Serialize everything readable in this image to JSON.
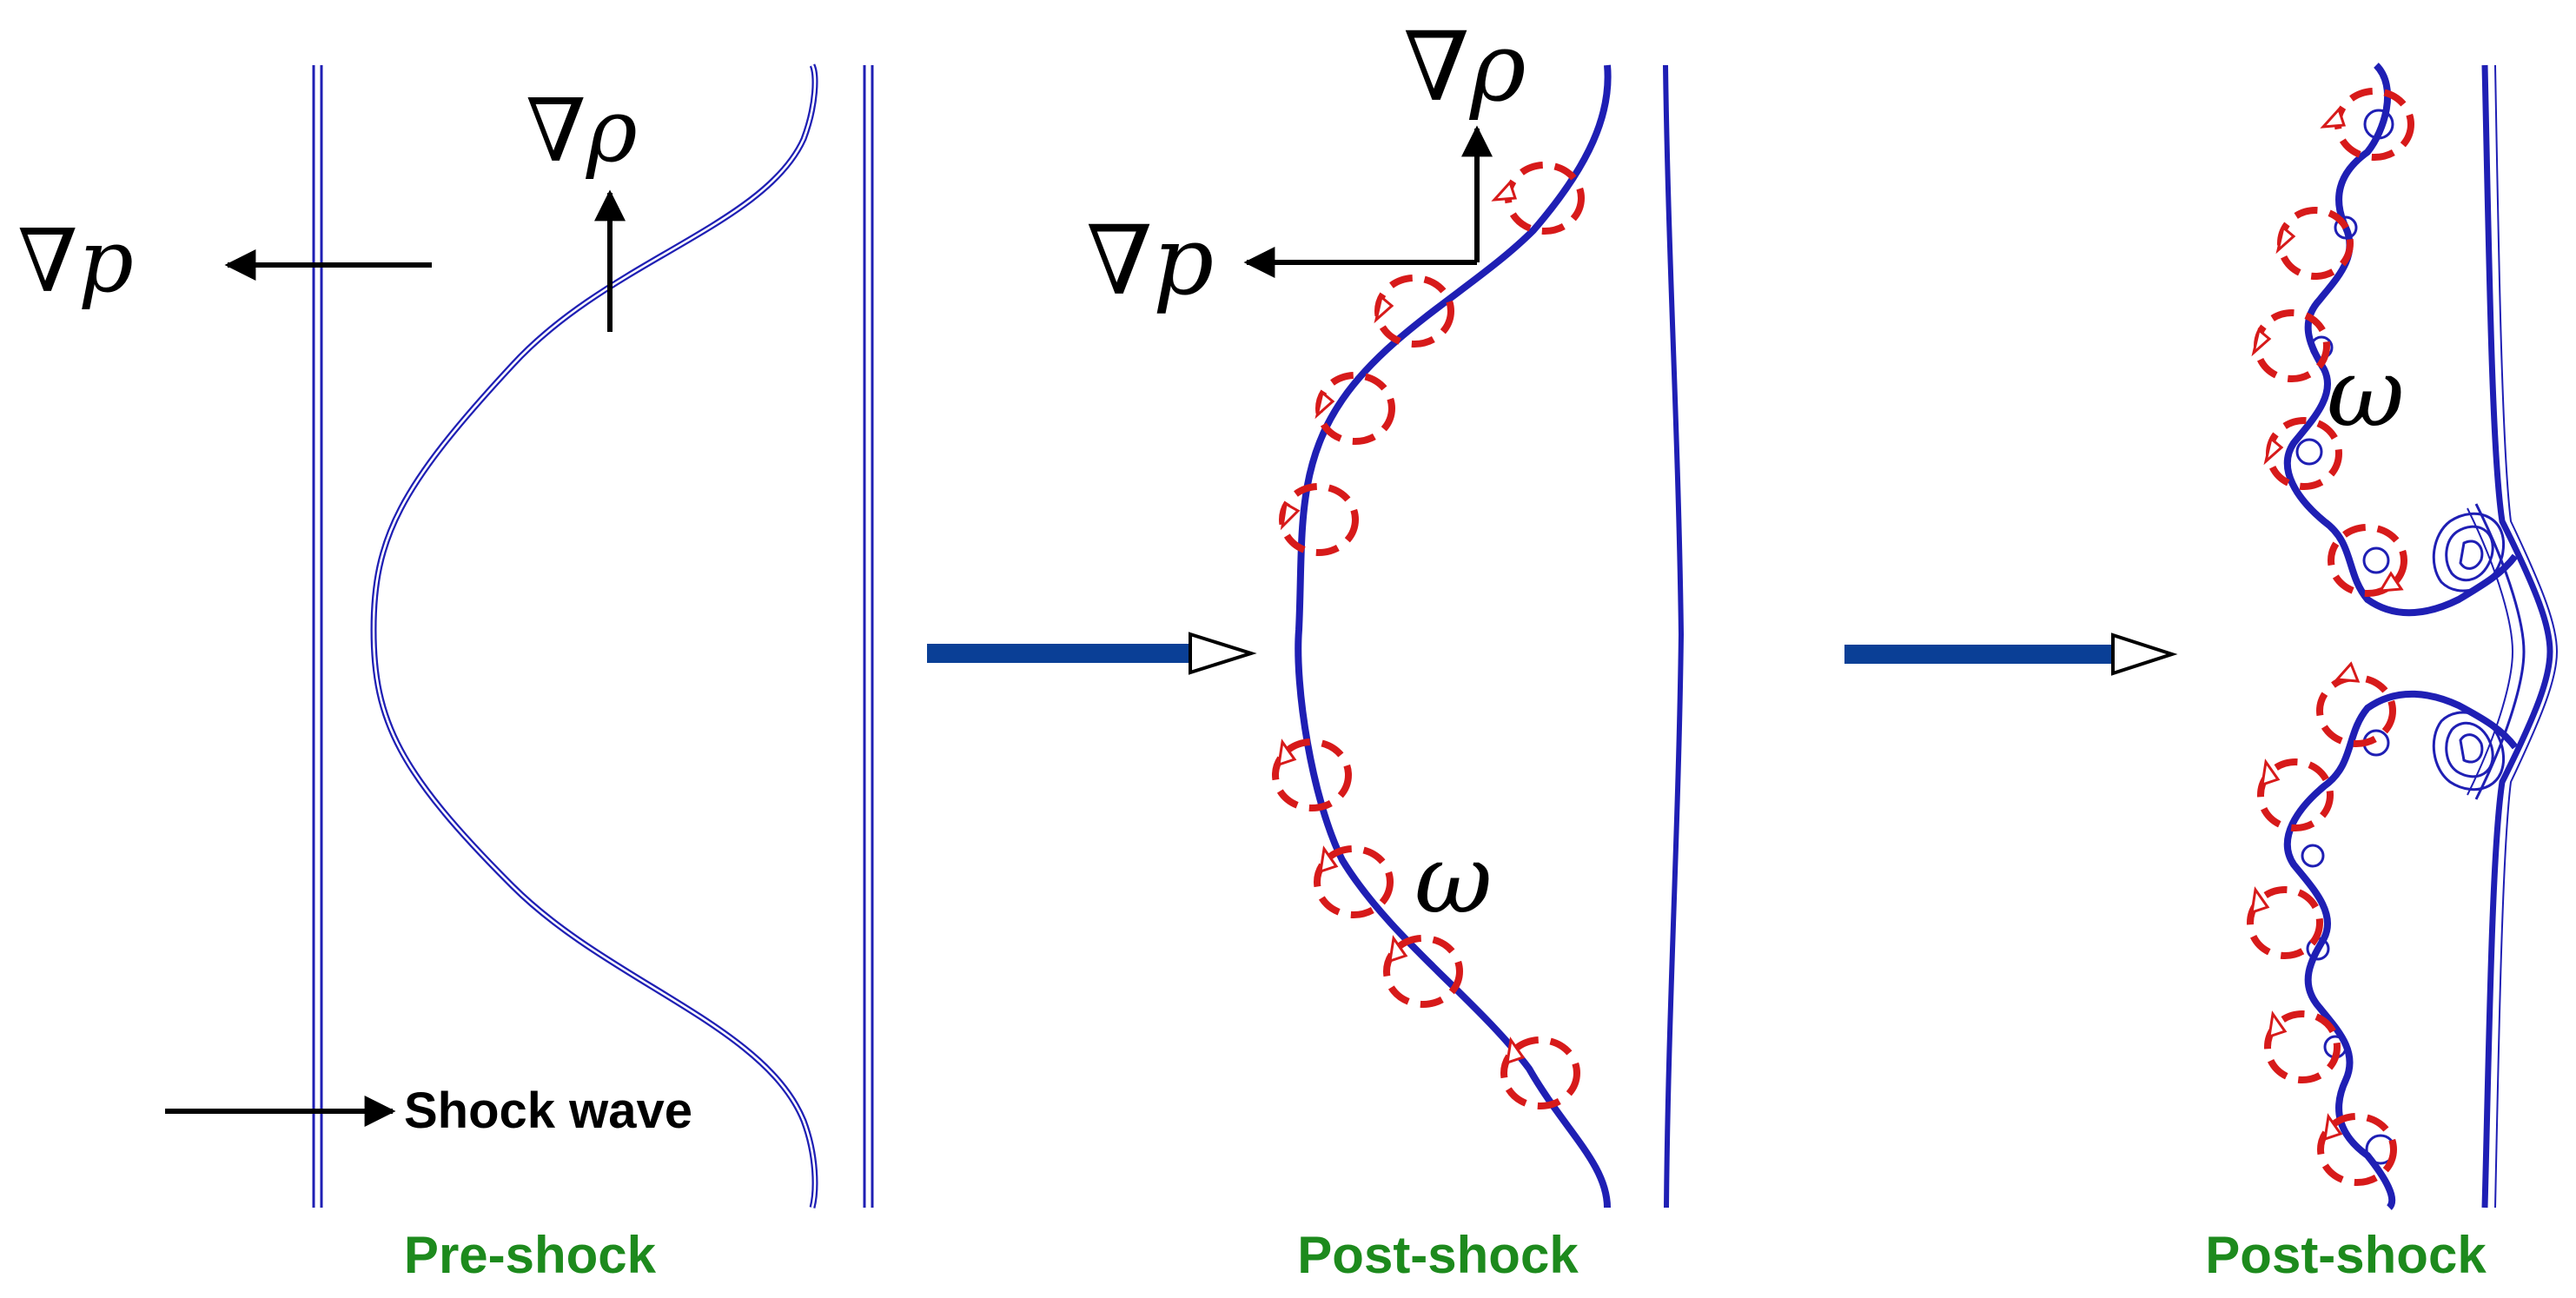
{
  "panels": [
    {
      "caption": "Pre-shock",
      "grad_p": "p",
      "grad_rho": "ρ",
      "shock_label": "Shock wave"
    },
    {
      "caption": "Post-shock",
      "grad_p": "p",
      "grad_rho": "ρ",
      "vorticity": "ω"
    },
    {
      "caption": "Post-shock",
      "vorticity": "ω"
    }
  ],
  "symbols": {
    "nabla": "∇"
  },
  "colors": {
    "interface": "#1f1fb4",
    "vortex": "#d71a1a",
    "arrow": "#0a3f96",
    "caption": "#1d8a1d",
    "text": "#000000"
  }
}
